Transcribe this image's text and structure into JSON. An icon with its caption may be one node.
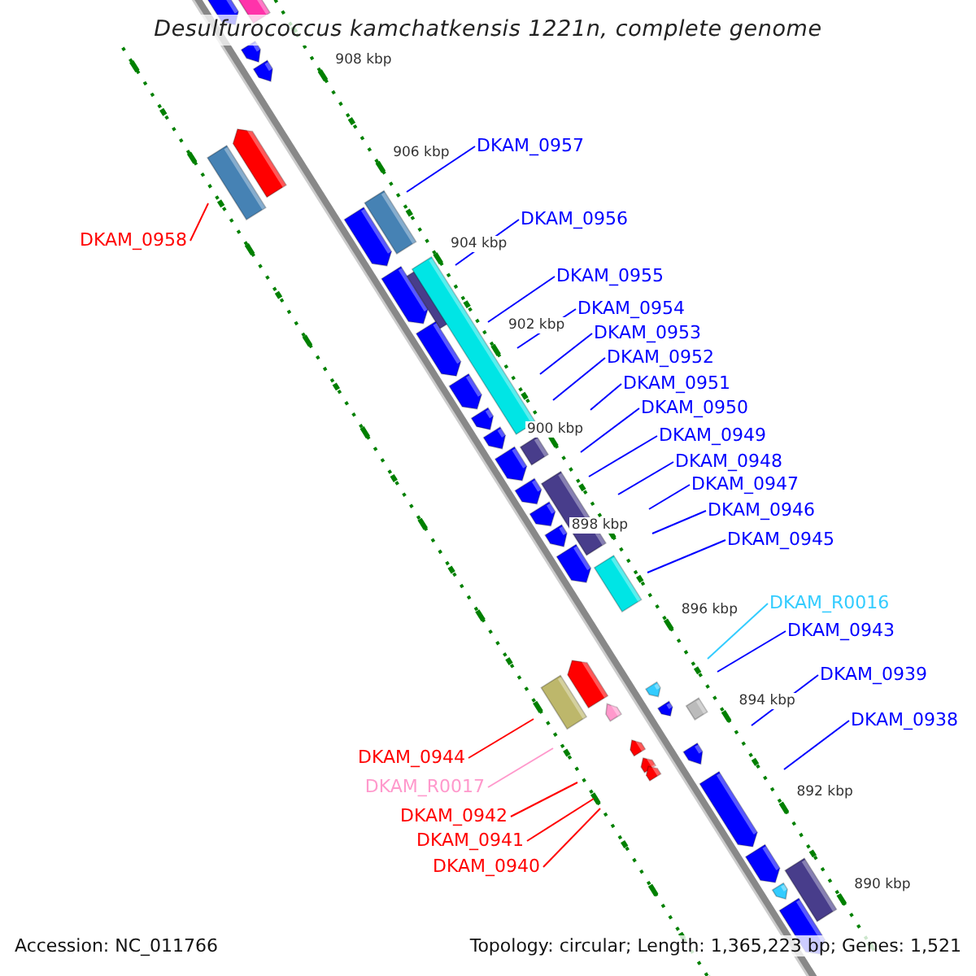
{
  "diagram": {
    "title": "Desulfurococcus kamchatkensis 1221n, complete genome",
    "nodes": [
      {
        "text": [
          "DKAM_0957"
        ]
      },
      {
        "text": [
          "DKAM_0958"
        ]
      },
      {
        "text": [
          "DKAM_0956"
        ]
      },
      {
        "text": [
          "DKAM_0955"
        ]
      },
      {
        "text": [
          "DKAM_0954"
        ]
      },
      {
        "text": [
          "DKAM_0953"
        ]
      },
      {
        "text": [
          "DKAM_0952"
        ]
      },
      {
        "text": [
          "DKAM_0951"
        ]
      },
      {
        "text": [
          "DKAM_0950"
        ]
      },
      {
        "text": [
          "DKAM_0949"
        ]
      },
      {
        "text": [
          "DKAM_0948"
        ]
      },
      {
        "text": [
          "DKAM_0947"
        ]
      },
      {
        "text": [
          "DKAM_0946"
        ]
      },
      {
        "text": [
          "DKAM_0945"
        ]
      },
      {
        "text": [
          "DKAM_R0016"
        ]
      },
      {
        "text": [
          "DKAM_0943"
        ]
      },
      {
        "text": [
          "DKAM_0939"
        ]
      },
      {
        "text": [
          "DKAM_0938"
        ]
      },
      {
        "text": [
          "DKAM_0944"
        ]
      },
      {
        "text": [
          "DKAM_R0017"
        ]
      },
      {
        "text": [
          "DKAM_0942"
        ]
      },
      {
        "text": [
          "DKAM_0941"
        ]
      },
      {
        "text": [
          "DKAM_0940"
        ]
      }
    ],
    "edges": [
      {
        "from": 0,
        "to": null,
        "arrow": "none"
      },
      {
        "from": 1,
        "to": null,
        "arrow": "none",
        "color": "#ff0000"
      },
      {
        "from": 2,
        "to": null,
        "arrow": "none"
      },
      {
        "from": 3,
        "to": null,
        "arrow": "none"
      },
      {
        "from": 4,
        "to": null,
        "arrow": "none"
      },
      {
        "from": 5,
        "to": null,
        "arrow": "none"
      },
      {
        "from": 6,
        "to": null,
        "arrow": "none"
      },
      {
        "from": 7,
        "to": null,
        "arrow": "none"
      },
      {
        "from": 8,
        "to": null,
        "arrow": "none"
      },
      {
        "from": 9,
        "to": null,
        "arrow": "none"
      },
      {
        "from": 10,
        "to": null,
        "arrow": "none"
      },
      {
        "from": 11,
        "to": null,
        "arrow": "none"
      },
      {
        "from": 12,
        "to": null,
        "arrow": "none"
      },
      {
        "from": 13,
        "to": null,
        "arrow": "none"
      },
      {
        "from": 14,
        "to": null,
        "arrow": "none",
        "color": "#33ccff"
      },
      {
        "from": 15,
        "to": null,
        "arrow": "none"
      },
      {
        "from": 16,
        "to": null,
        "arrow": "none"
      },
      {
        "from": 17,
        "to": null,
        "arrow": "none"
      },
      {
        "from": 18,
        "to": null,
        "arrow": "none",
        "color": "#ff0000"
      },
      {
        "from": 19,
        "to": null,
        "arrow": "none",
        "color": "#ff99cc"
      },
      {
        "from": 20,
        "to": null,
        "arrow": "none",
        "color": "#ff0000"
      },
      {
        "from": 21,
        "to": null,
        "arrow": "none",
        "color": "#ff0000"
      },
      {
        "from": 22,
        "to": null,
        "arrow": "none",
        "color": "#ff0000"
      }
    ],
    "labels": [
      "908 kbp",
      "906 kbp",
      "904 kbp",
      "902 kbp",
      "900 kbp",
      "898 kbp",
      "896 kbp",
      "894 kbp",
      "892 kbp",
      "890 kbp",
      "Accession: NC_011766",
      "Topology: circular; Length: 1,365,223 bp; Genes: 1,521"
    ]
  }
}
